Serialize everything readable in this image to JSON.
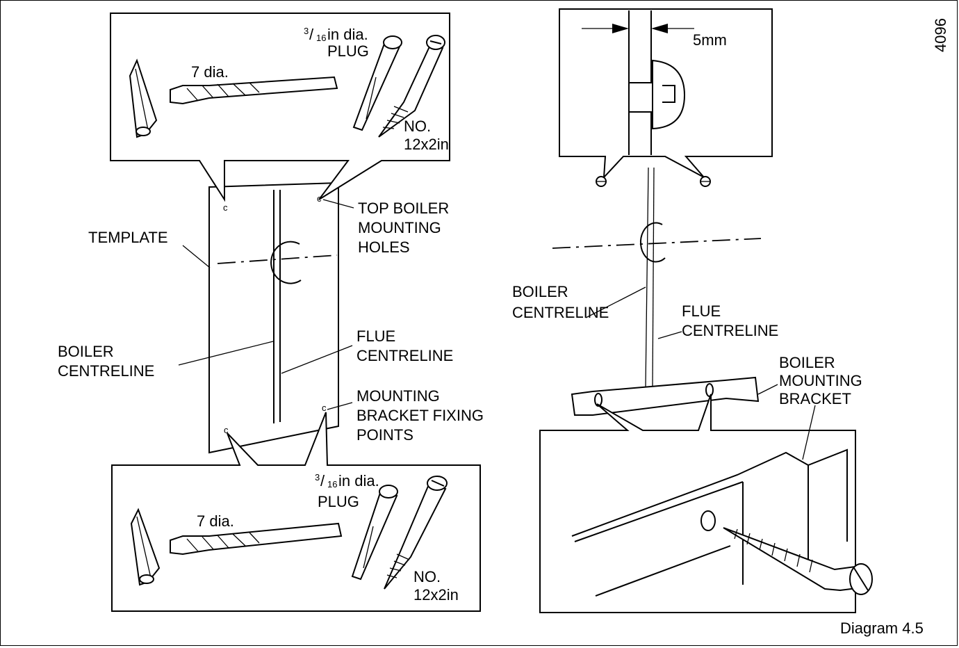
{
  "figure_number": "4096",
  "caption": "Diagram 4.5",
  "left_panel": {
    "top_callout": {
      "drill_label": "7 dia.",
      "plug_size_num": "3",
      "plug_size_den": "16",
      "plug_size_rest": " in dia.",
      "plug_label": "PLUG",
      "screw_label_1": "NO.",
      "screw_label_2": "12x2in"
    },
    "bottom_callout": {
      "drill_label": "7 dia.",
      "plug_size_num": "3",
      "plug_size_den": "16",
      "plug_size_rest": " in dia.",
      "plug_label": "PLUG",
      "screw_label_1": "NO.",
      "screw_label_2": "12x2in"
    },
    "labels": {
      "template": "TEMPLATE",
      "top_holes_1": "TOP BOILER",
      "top_holes_2": "MOUNTING",
      "top_holes_3": "HOLES",
      "boiler_cl_1": "BOILER",
      "boiler_cl_2": "CENTRELINE",
      "flue_cl_1": "FLUE",
      "flue_cl_2": "CENTRELINE",
      "bracket_fix_1": "MOUNTING",
      "bracket_fix_2": "BRACKET FIXING",
      "bracket_fix_3": "POINTS"
    }
  },
  "right_panel": {
    "gap_label": "5mm",
    "labels": {
      "boiler_cl_1": "BOILER",
      "boiler_cl_2": "CENTRELINE",
      "flue_cl_1": "FLUE",
      "flue_cl_2": "CENTRELINE",
      "bracket_1": "BOILER",
      "bracket_2": "MOUNTING",
      "bracket_3": "BRACKET"
    }
  }
}
